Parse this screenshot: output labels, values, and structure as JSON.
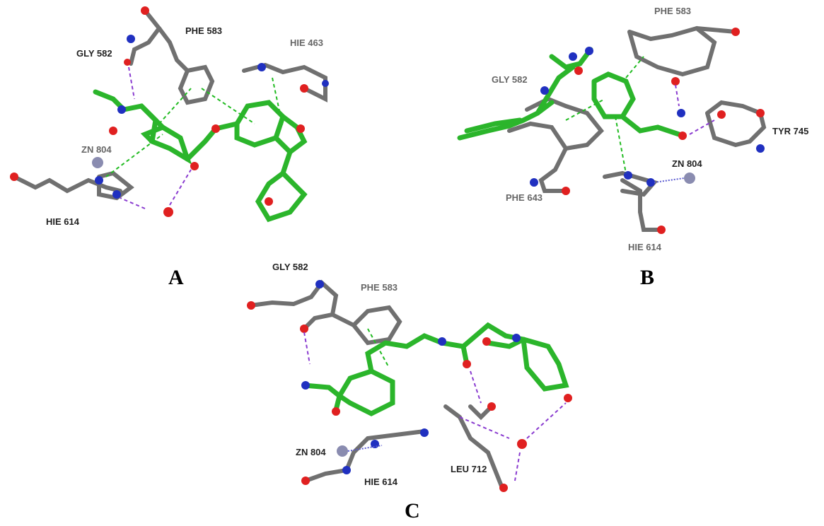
{
  "panels": [
    {
      "letter": "A",
      "residues": {
        "gly": "GLY  582",
        "phe": "PHE  583",
        "hie_top": "HIE  463",
        "zn": "ZN  804",
        "hie": "HIE  614"
      }
    },
    {
      "letter": "B",
      "residues": {
        "phe_top": "PHE  583",
        "gly": "GLY  582",
        "tyr": "TYR  745",
        "zn": "ZN  804",
        "phe_low": "PHE  643",
        "hie": "HIE  614"
      }
    },
    {
      "letter": "C",
      "residues": {
        "gly": "GLY  582",
        "phe": "PHE  583",
        "zn": "ZN  804",
        "hie": "HIE  614",
        "leu": "LEU  712"
      }
    }
  ],
  "colors": {
    "ligand_carbon": "#2bb52b",
    "protein_carbon": "#707070",
    "oxygen": "#e02020",
    "nitrogen": "#2030c0",
    "hydrogen": "#e8e8e8",
    "zinc": "#8a8cb0",
    "hbond": "#8a3cd0",
    "pi_interaction": "#22bb22"
  }
}
